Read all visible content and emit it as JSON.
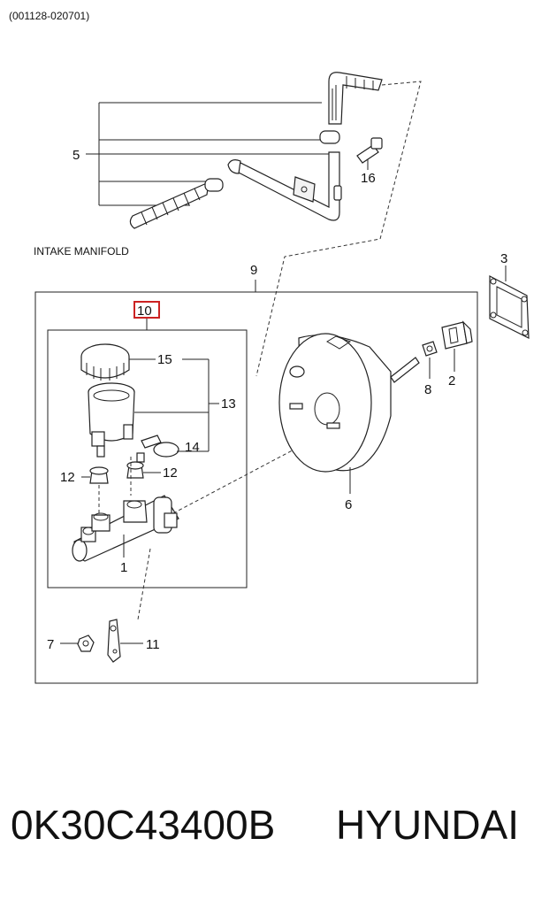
{
  "diagram": {
    "code": "(001128-020701)",
    "intake_label": "INTAKE MANIFOLD",
    "highlight_color": "#cc2222",
    "callouts": {
      "c1": "1",
      "c2": "2",
      "c3": "3",
      "c5": "5",
      "c6": "6",
      "c7": "7",
      "c8": "8",
      "c9": "9",
      "c10": "10",
      "c11": "11",
      "c12a": "12",
      "c12b": "12",
      "c13": "13",
      "c14": "14",
      "c15": "15",
      "c16": "16"
    }
  },
  "footer": {
    "part_number": "0K30C43400B",
    "brand": "HYUNDAI"
  }
}
